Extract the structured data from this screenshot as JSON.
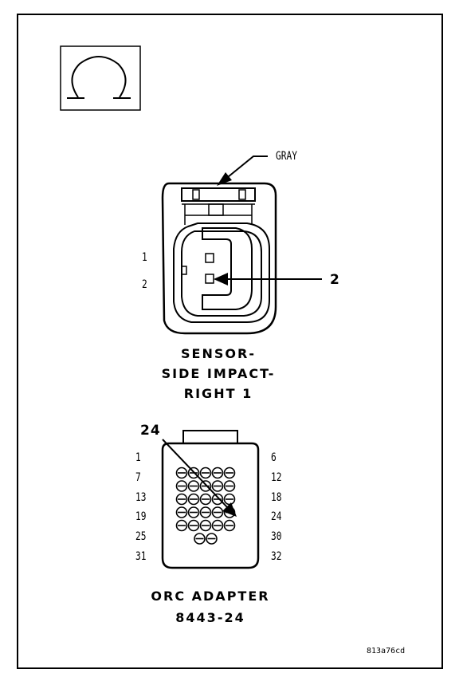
{
  "callouts": {
    "wire_color": "GRAY",
    "sensor_pin": "2",
    "adapter_pin": "24"
  },
  "sensor_connector": {
    "pin_labels": [
      "1",
      "2"
    ],
    "title_lines": [
      "SENSOR-",
      "SIDE IMPACT-",
      "RIGHT 1"
    ]
  },
  "adapter_connector": {
    "left_labels": [
      "1",
      "7",
      "13",
      "19",
      "25",
      "31"
    ],
    "right_labels": [
      "6",
      "12",
      "18",
      "24",
      "30",
      "32"
    ],
    "pin_rows": [
      5,
      5,
      5,
      5,
      5,
      2
    ],
    "highlighted_pin": 24,
    "title_lines": [
      "ORC ADAPTER",
      "8443-24"
    ]
  },
  "figure_id": "813a76cd",
  "symbol": "ohm-icon"
}
